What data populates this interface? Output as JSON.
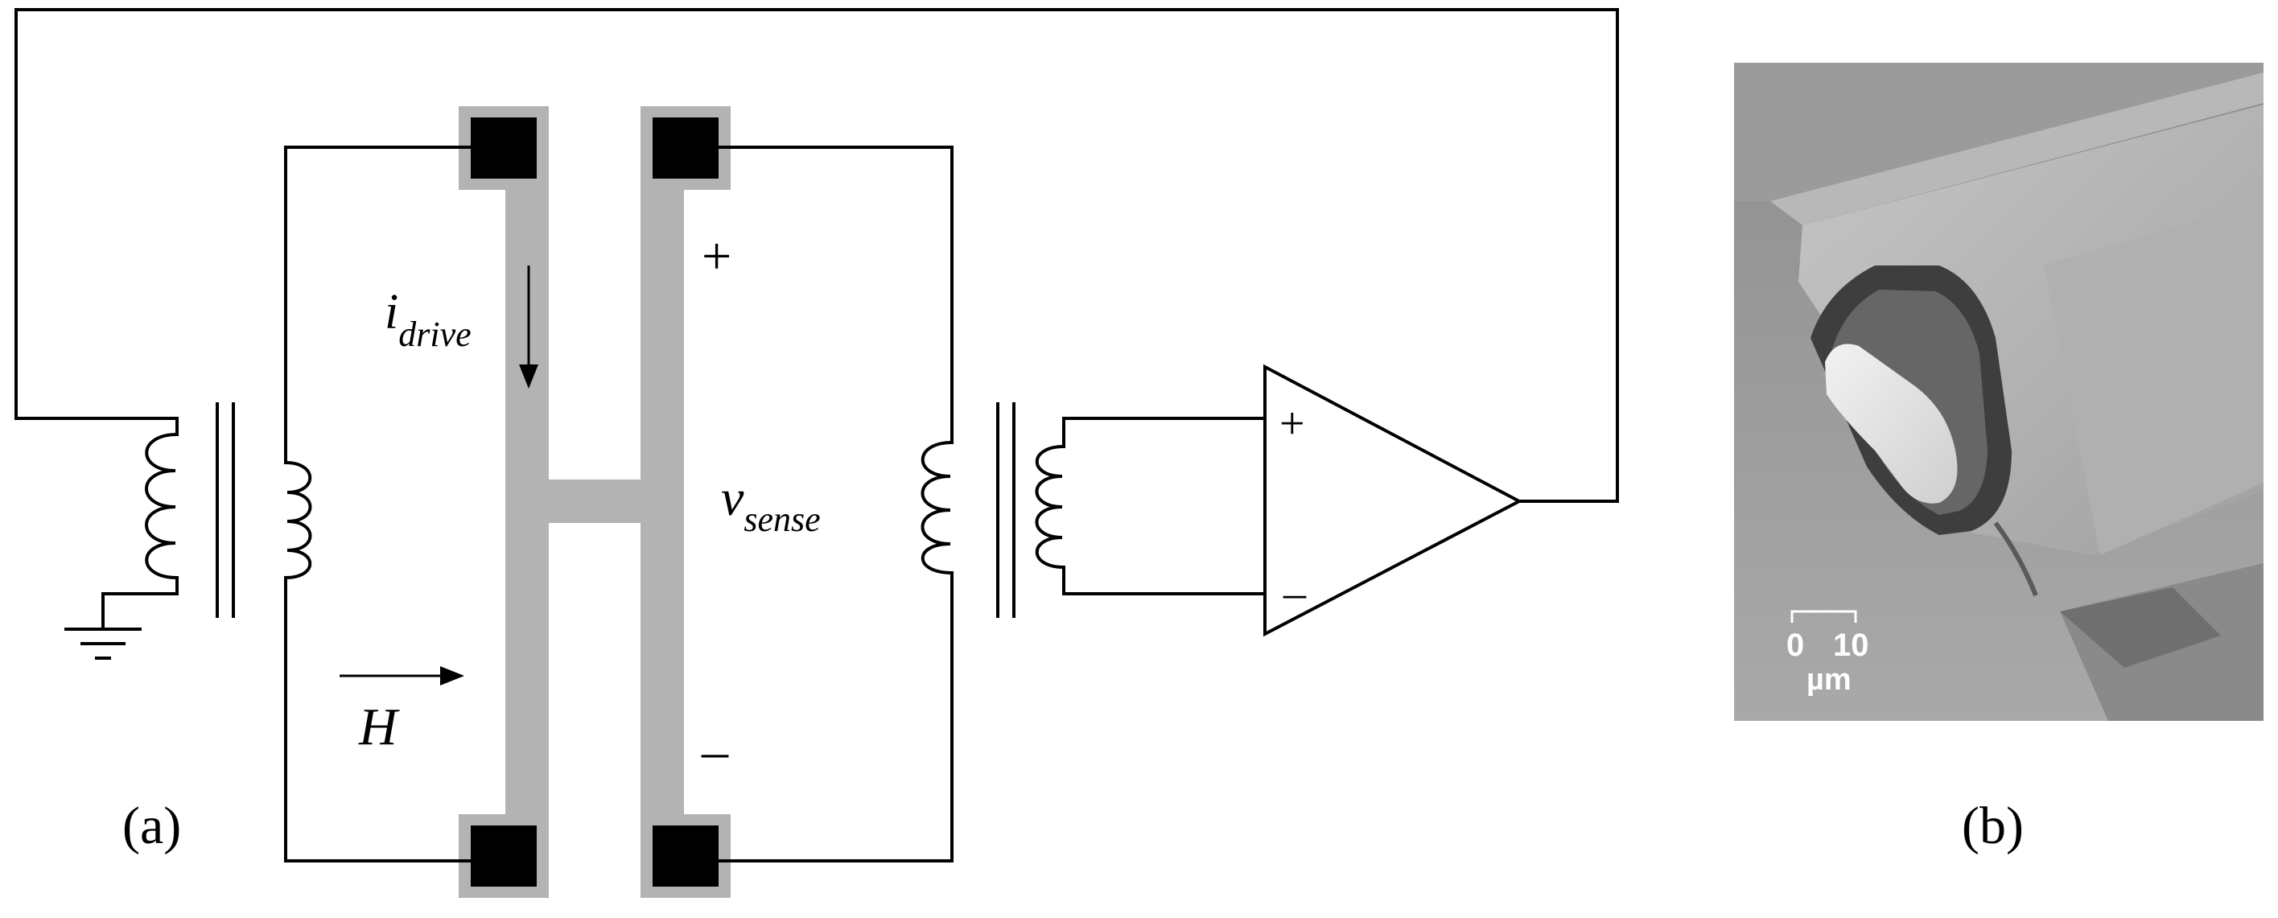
{
  "panel_a": {
    "label": "(a)",
    "drive_current": {
      "symbol": "i",
      "subscript": "drive"
    },
    "sense_voltage": {
      "symbol": "v",
      "subscript": "sense"
    },
    "field": {
      "symbol": "H"
    },
    "sense_plus": "+",
    "sense_minus": "–",
    "amp_plus": "+",
    "amp_minus": "–"
  },
  "panel_b": {
    "label": "(b)",
    "scale_bar": {
      "tick_start": "0",
      "tick_end": "10",
      "unit": "µm"
    }
  },
  "colors": {
    "line": "#000000",
    "bar_fill": "#b3b3b3",
    "pad_fill": "#000000",
    "pad_border": "#b3b3b3"
  }
}
